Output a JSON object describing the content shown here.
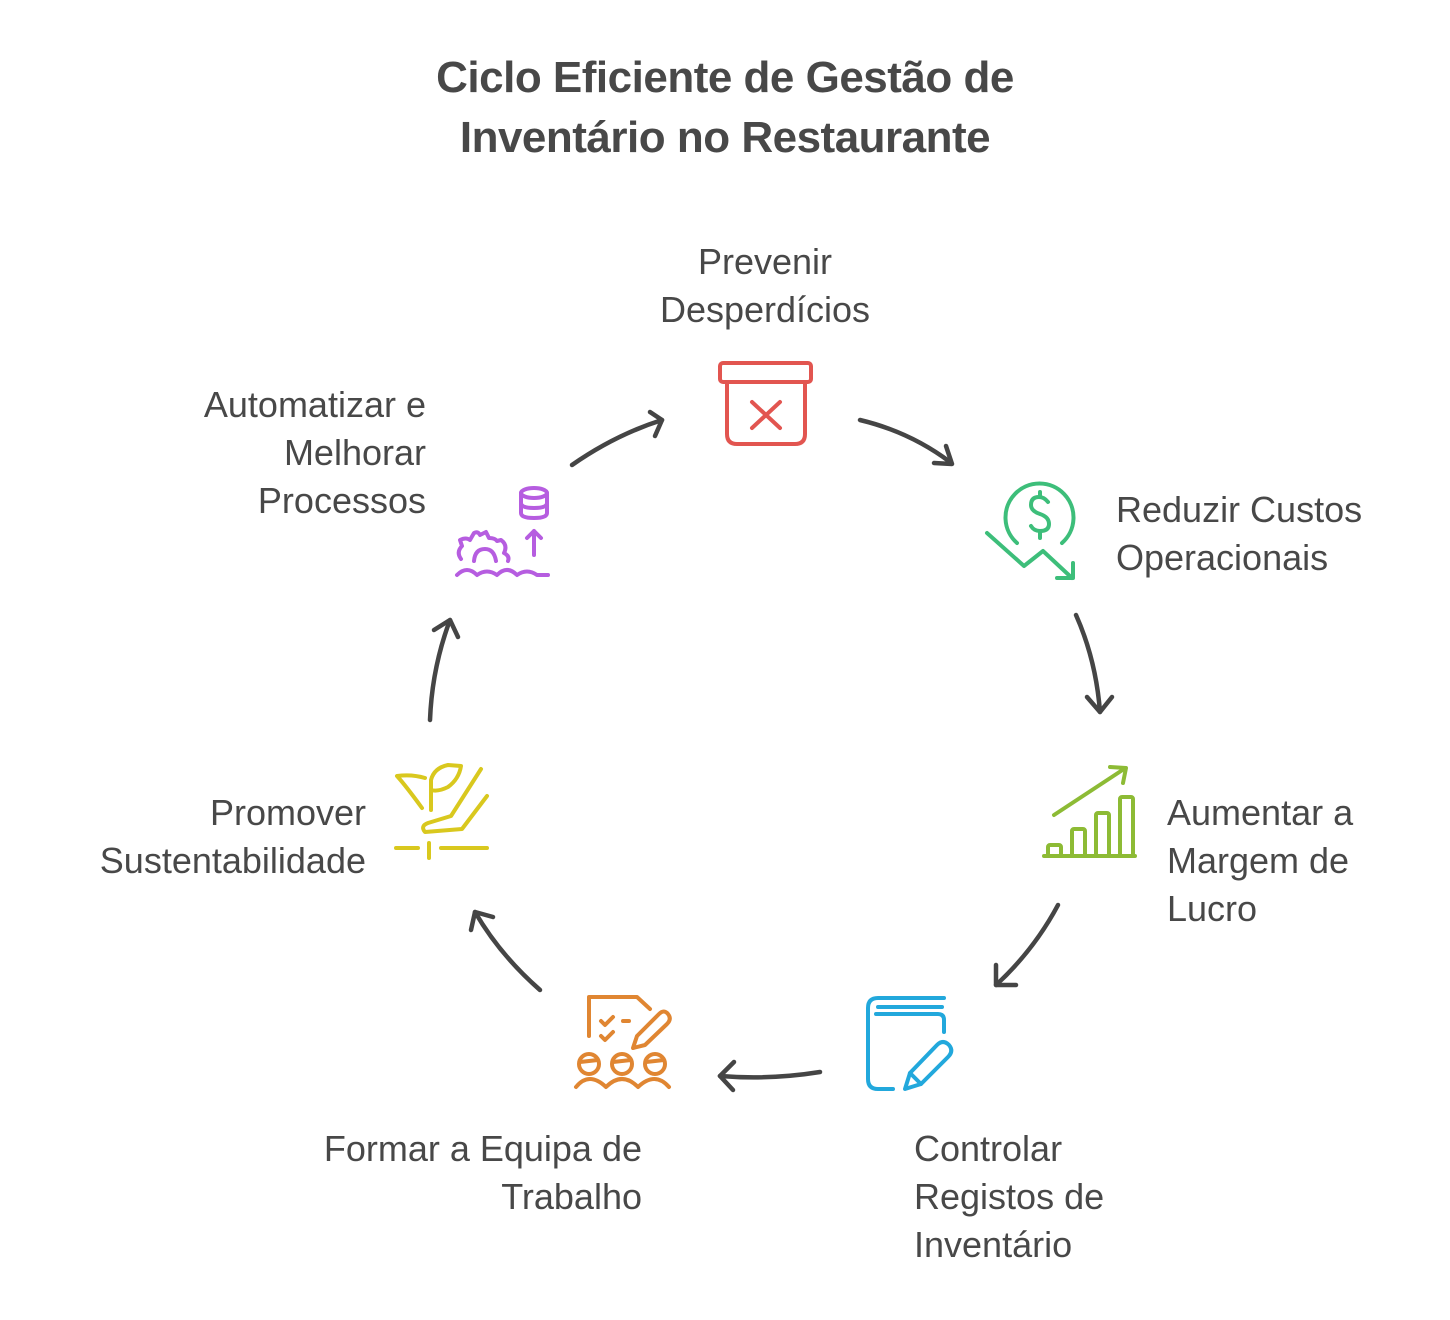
{
  "title": {
    "line1": "Ciclo Eficiente de Gestão de",
    "line2": "Inventário no Restaurante"
  },
  "steps": [
    {
      "id": "prevenir-desperdicios",
      "lines": [
        "Prevenir",
        "Desperdícios"
      ],
      "icon": "box-x-icon",
      "color": "#E25550"
    },
    {
      "id": "reduzir-custos",
      "lines": [
        "Reduzir Custos",
        "Operacionais"
      ],
      "icon": "dollar-down-trend-icon",
      "color": "#3DBE7A"
    },
    {
      "id": "aumentar-margem",
      "lines": [
        "Aumentar a",
        "Margem de",
        "Lucro"
      ],
      "icon": "bar-chart-growth-icon",
      "color": "#8DBB35"
    },
    {
      "id": "controlar-registos",
      "lines": [
        "Controlar",
        "Registos de",
        "Inventário"
      ],
      "icon": "book-pencil-icon",
      "color": "#22A8DC"
    },
    {
      "id": "formar-equipa",
      "lines": [
        "Formar a Equipa de",
        "Trabalho"
      ],
      "icon": "team-checklist-icon",
      "color": "#E08632"
    },
    {
      "id": "promover-sustentabilidade",
      "lines": [
        "Promover",
        "Sustentabilidade"
      ],
      "icon": "hand-plant-icon",
      "color": "#D9C81E"
    },
    {
      "id": "automatizar-processos",
      "lines": [
        "Automatizar e",
        "Melhorar",
        "Processos"
      ],
      "icon": "gear-database-icon",
      "color": "#B65DE0"
    }
  ],
  "arrow_color": "#454545"
}
